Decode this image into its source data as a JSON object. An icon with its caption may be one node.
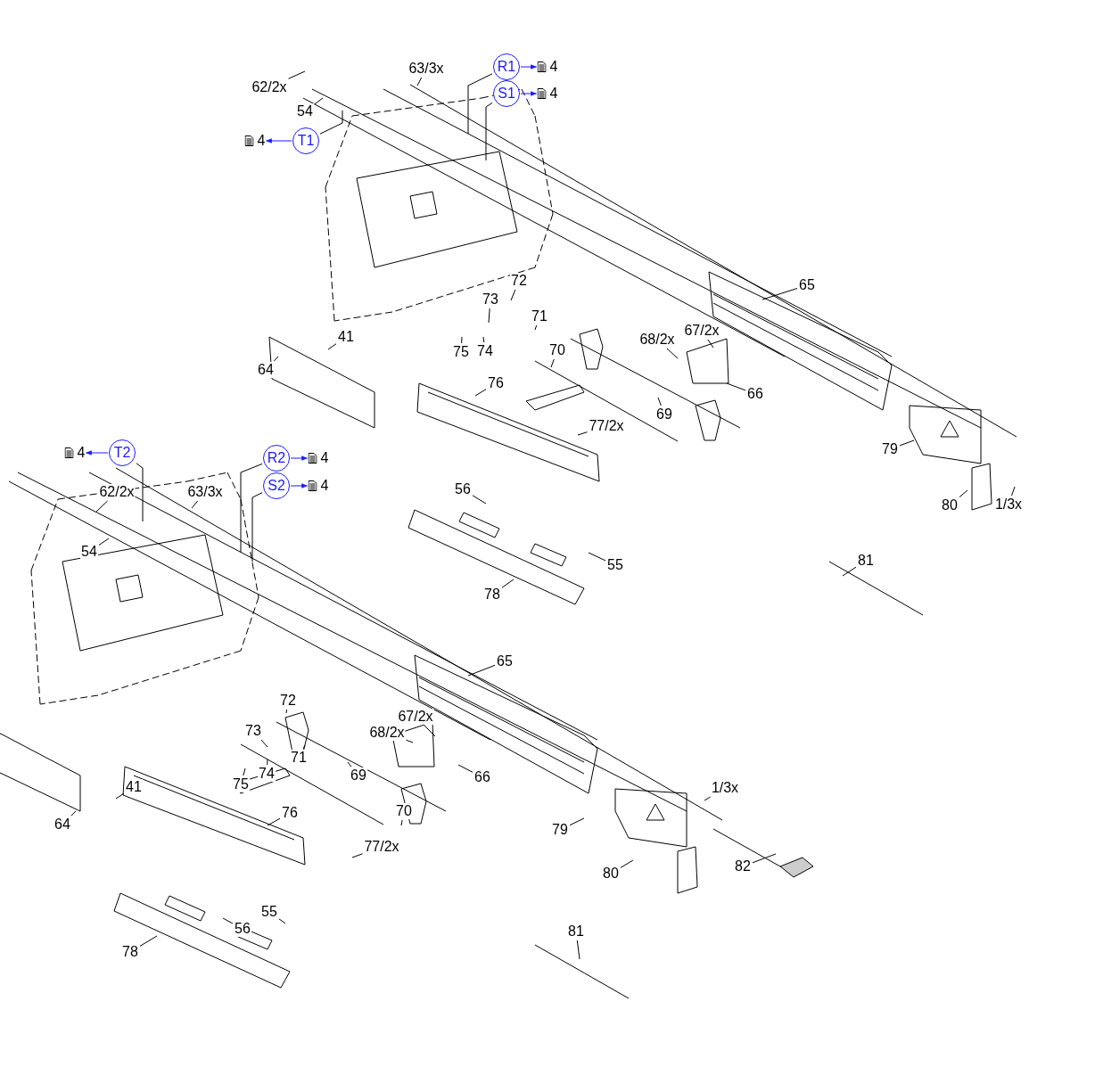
{
  "diagram": {
    "nodes": [
      {
        "text": [
          "4"
        ]
      },
      {
        "text": [
          "R1"
        ]
      },
      {
        "text": [
          "4"
        ]
      },
      {
        "text": [
          "S1"
        ]
      },
      {
        "text": [
          "63/3x"
        ]
      },
      {
        "text": [
          "62/2x"
        ]
      },
      {
        "text": [
          "54"
        ]
      },
      {
        "text": [
          "4"
        ]
      },
      {
        "text": [
          "T1"
        ]
      },
      {
        "text": [
          "65"
        ]
      },
      {
        "text": [
          "72"
        ]
      },
      {
        "text": [
          "73"
        ]
      },
      {
        "text": [
          "71"
        ]
      },
      {
        "text": [
          "41"
        ]
      },
      {
        "text": [
          "75"
        ]
      },
      {
        "text": [
          "74"
        ]
      },
      {
        "text": [
          "68/2x"
        ]
      },
      {
        "text": [
          "67/2x"
        ]
      },
      {
        "text": [
          "70"
        ]
      },
      {
        "text": [
          "64"
        ]
      },
      {
        "text": [
          "76"
        ]
      },
      {
        "text": [
          "66"
        ]
      },
      {
        "text": [
          "69"
        ]
      },
      {
        "text": [
          "77/2x"
        ]
      },
      {
        "text": [
          "79"
        ]
      },
      {
        "text": [
          "4"
        ]
      },
      {
        "text": [
          "T2"
        ]
      },
      {
        "text": [
          "4"
        ]
      },
      {
        "text": [
          "R2"
        ]
      },
      {
        "text": [
          "4"
        ]
      },
      {
        "text": [
          "S2"
        ]
      },
      {
        "text": [
          "56"
        ]
      },
      {
        "text": [
          "62/2x"
        ]
      },
      {
        "text": [
          "63/3x"
        ]
      },
      {
        "text": [
          "80"
        ]
      },
      {
        "text": [
          "1/3x"
        ]
      },
      {
        "text": [
          "54"
        ]
      },
      {
        "text": [
          "81"
        ]
      },
      {
        "text": [
          "55"
        ]
      },
      {
        "text": [
          "78"
        ]
      },
      {
        "text": [
          "65"
        ]
      },
      {
        "text": [
          "72"
        ]
      },
      {
        "text": [
          "67/2x"
        ]
      },
      {
        "text": [
          "73"
        ]
      },
      {
        "text": [
          "68/2x"
        ]
      },
      {
        "text": [
          "71"
        ]
      },
      {
        "text": [
          "74"
        ]
      },
      {
        "text": [
          "69"
        ]
      },
      {
        "text": [
          "66"
        ]
      },
      {
        "text": [
          "75"
        ]
      },
      {
        "text": [
          "41"
        ]
      },
      {
        "text": [
          "1/3x"
        ]
      },
      {
        "text": [
          "76"
        ]
      },
      {
        "text": [
          "70"
        ]
      },
      {
        "text": [
          "64"
        ]
      },
      {
        "text": [
          "79"
        ]
      },
      {
        "text": [
          "77/2x"
        ]
      },
      {
        "text": [
          "82"
        ]
      },
      {
        "text": [
          "80"
        ]
      },
      {
        "text": [
          "55"
        ]
      },
      {
        "text": [
          "56"
        ]
      },
      {
        "text": [
          "81"
        ]
      },
      {
        "text": [
          "78"
        ]
      }
    ],
    "edges": [
      {
        "from": 1,
        "to": 0,
        "arrow": "to",
        "color": "#1a1aff"
      },
      {
        "from": 3,
        "to": 2,
        "arrow": "to",
        "color": "#1a1aff"
      },
      {
        "from": 8,
        "to": 7,
        "arrow": "to",
        "color": "#1a1aff"
      },
      {
        "from": 26,
        "to": 25,
        "arrow": "to",
        "color": "#1a1aff"
      },
      {
        "from": 28,
        "to": 27,
        "arrow": "to",
        "color": "#1a1aff"
      },
      {
        "from": 30,
        "to": 29,
        "arrow": "to",
        "color": "#1a1aff"
      },
      {
        "from": 1,
        "to": null,
        "arrow": "none"
      },
      {
        "from": 3,
        "to": null,
        "arrow": "none"
      },
      {
        "from": 4,
        "to": null,
        "arrow": "none"
      },
      {
        "from": 5,
        "to": null,
        "arrow": "none"
      },
      {
        "from": 6,
        "to": null,
        "arrow": "none"
      },
      {
        "from": 8,
        "to": null,
        "arrow": "none"
      },
      {
        "from": 9,
        "to": null,
        "arrow": "none"
      },
      {
        "from": 10,
        "to": null,
        "arrow": "none"
      },
      {
        "from": 11,
        "to": null,
        "arrow": "none"
      },
      {
        "from": 12,
        "to": null,
        "arrow": "none"
      },
      {
        "from": 13,
        "to": null,
        "arrow": "none"
      },
      {
        "from": 14,
        "to": null,
        "arrow": "none"
      },
      {
        "from": 15,
        "to": null,
        "arrow": "none"
      },
      {
        "from": 16,
        "to": null,
        "arrow": "none"
      },
      {
        "from": 17,
        "to": null,
        "arrow": "none"
      },
      {
        "from": 18,
        "to": null,
        "arrow": "none"
      },
      {
        "from": 19,
        "to": null,
        "arrow": "none"
      },
      {
        "from": 20,
        "to": null,
        "arrow": "none"
      },
      {
        "from": 21,
        "to": null,
        "arrow": "none"
      },
      {
        "from": 22,
        "to": null,
        "arrow": "none"
      },
      {
        "from": 23,
        "to": null,
        "arrow": "none"
      },
      {
        "from": 24,
        "to": null,
        "arrow": "none"
      },
      {
        "from": 26,
        "to": null,
        "arrow": "none"
      },
      {
        "from": 28,
        "to": null,
        "arrow": "none"
      },
      {
        "from": 30,
        "to": null,
        "arrow": "none"
      },
      {
        "from": 31,
        "to": null,
        "arrow": "none"
      },
      {
        "from": 32,
        "to": null,
        "arrow": "none"
      },
      {
        "from": 33,
        "to": null,
        "arrow": "none"
      },
      {
        "from": 34,
        "to": null,
        "arrow": "none"
      },
      {
        "from": 35,
        "to": null,
        "arrow": "none"
      },
      {
        "from": 36,
        "to": null,
        "arrow": "none"
      },
      {
        "from": 37,
        "to": null,
        "arrow": "none"
      },
      {
        "from": 38,
        "to": null,
        "arrow": "none"
      },
      {
        "from": 39,
        "to": null,
        "arrow": "none"
      },
      {
        "from": 40,
        "to": null,
        "arrow": "none"
      },
      {
        "from": 41,
        "to": null,
        "arrow": "none"
      },
      {
        "from": 42,
        "to": null,
        "arrow": "none"
      },
      {
        "from": 43,
        "to": null,
        "arrow": "none"
      },
      {
        "from": 44,
        "to": null,
        "arrow": "none"
      },
      {
        "from": 45,
        "to": null,
        "arrow": "none"
      },
      {
        "from": 46,
        "to": null,
        "arrow": "none"
      },
      {
        "from": 47,
        "to": null,
        "arrow": "none"
      },
      {
        "from": 48,
        "to": null,
        "arrow": "none"
      },
      {
        "from": 49,
        "to": null,
        "arrow": "none"
      },
      {
        "from": 50,
        "to": null,
        "arrow": "none"
      },
      {
        "from": 51,
        "to": null,
        "arrow": "none"
      },
      {
        "from": 52,
        "to": null,
        "arrow": "none"
      },
      {
        "from": 53,
        "to": null,
        "arrow": "none"
      },
      {
        "from": 54,
        "to": null,
        "arrow": "none"
      },
      {
        "from": 55,
        "to": null,
        "arrow": "none"
      },
      {
        "from": 56,
        "to": null,
        "arrow": "none"
      },
      {
        "from": 57,
        "to": null,
        "arrow": "none"
      },
      {
        "from": 58,
        "to": null,
        "arrow": "none"
      },
      {
        "from": 59,
        "to": null,
        "arrow": "none"
      },
      {
        "from": 60,
        "to": null,
        "arrow": "none"
      },
      {
        "from": 61,
        "to": null,
        "arrow": "none"
      },
      {
        "from": 62,
        "to": null,
        "arrow": "none"
      }
    ]
  }
}
